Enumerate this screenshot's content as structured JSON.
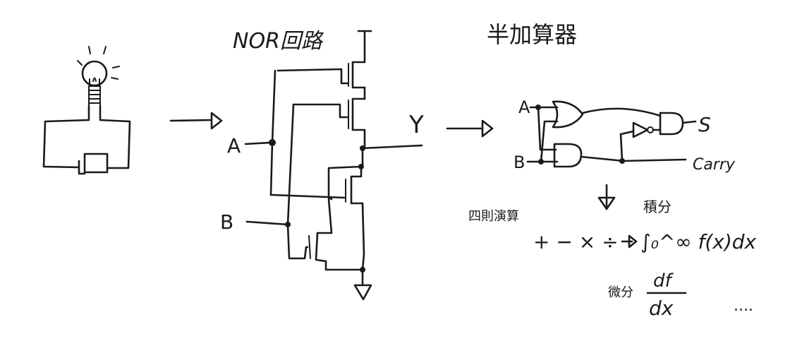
{
  "titles": {
    "nor_circuit": "NOR回路",
    "half_adder": "半加算器"
  },
  "nor_circuit": {
    "input_a": "A",
    "input_b": "B",
    "output_y": "Y"
  },
  "half_adder": {
    "input_a": "A",
    "input_b": "B",
    "output_sum": "S",
    "output_carry": "Carry"
  },
  "math_notes": {
    "arithmetic_label": "四則演算",
    "arithmetic_ops": "+ − × ÷",
    "integral_label": "積分",
    "integral_expr": "∫₀^∞ f(x)dx",
    "derivative_label": "微分",
    "derivative_numerator": "df",
    "derivative_denominator": "dx",
    "ellipsis": "...."
  }
}
